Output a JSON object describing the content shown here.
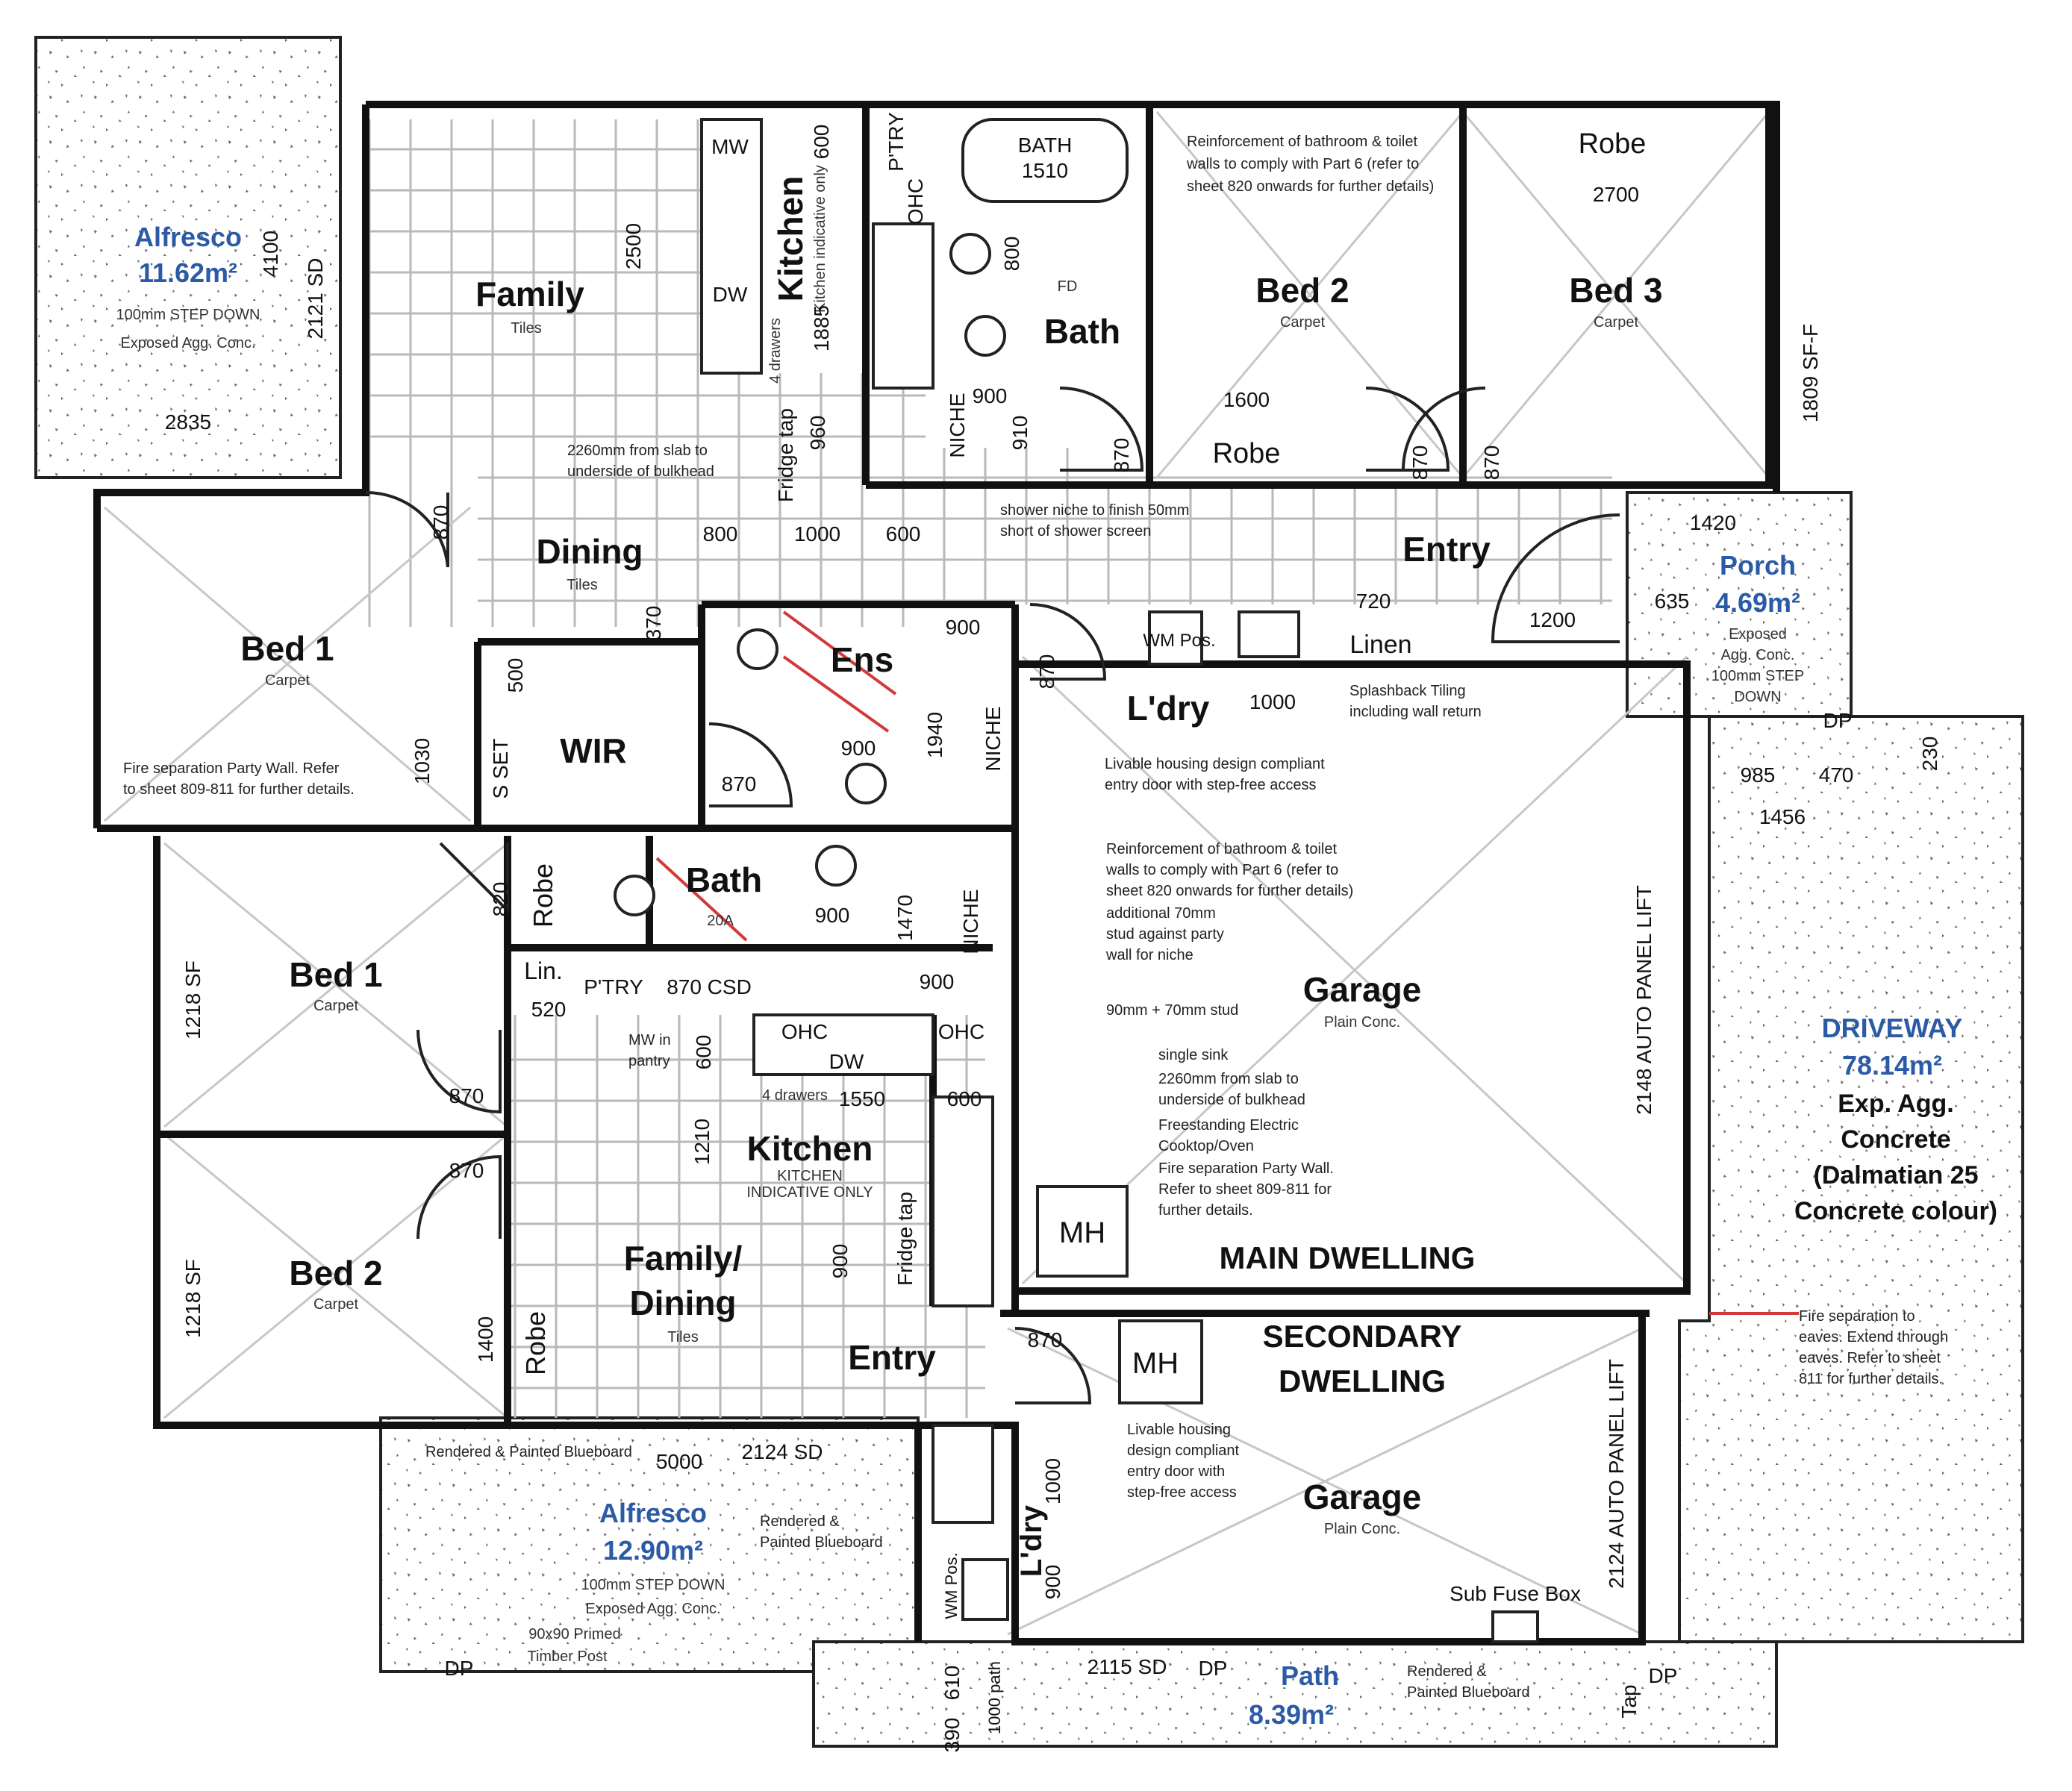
{
  "main_dwelling": {
    "label": "MAIN DWELLING",
    "alfresco": {
      "name": "Alfresco",
      "area": "11.62m²",
      "note1": "100mm STEP DOWN",
      "note2": "Exposed Agg. Conc.",
      "dim_w": "2835",
      "dim_h": "4100",
      "sd": "2121 SD"
    },
    "family": {
      "name": "Family",
      "floor": "Tiles",
      "dim": "2500"
    },
    "kitchen": {
      "name": "Kitchen",
      "sub": "Kitchen indicative only",
      "mw": "MW",
      "dw": "DW",
      "dim_600": "600",
      "pantry": "P'TRY",
      "ohc": "OHC",
      "dim_1885": "1885",
      "fridge": "Fridge tap",
      "dim_960": "960",
      "drawers": "4 drawers"
    },
    "bath": {
      "name": "Bath",
      "bath_label": "BATH",
      "bath_size": "1510",
      "fd": "FD",
      "dim_800": "800",
      "niche": "NICHE",
      "dim_900": "900",
      "dim_910": "910"
    },
    "bed2": {
      "name": "Bed 2",
      "floor": "Carpet",
      "robe": "Robe",
      "robe_dim": "1600",
      "door": "870"
    },
    "bed3": {
      "name": "Bed 3",
      "floor": "Carpet",
      "robe": "Robe",
      "robe_dim": "2700",
      "door": "870",
      "door2": "870"
    },
    "dining": {
      "name": "Dining",
      "floor": "Tiles",
      "d1": "800",
      "d2": "1000",
      "d3": "600",
      "d4": "370"
    },
    "entry": {
      "name": "Entry",
      "door": "1200",
      "linen_dim": "720"
    },
    "linen": "Linen",
    "bed1": {
      "name": "Bed 1",
      "floor": "Carpet",
      "door": "870",
      "dim_1030": "1030"
    },
    "wir": {
      "name": "WIR",
      "dim_500": "500",
      "sset": "S SET"
    },
    "ens": {
      "name": "Ens",
      "dim_900": "900",
      "dim_900b": "900",
      "door": "870",
      "niche": "NICHE",
      "dim_1940": "1940"
    },
    "laundry": {
      "name": "L'dry",
      "wm": "WM Pos.",
      "dim_1000": "1000",
      "door": "870"
    },
    "garage": {
      "name": "Garage",
      "floor": "Plain Conc.",
      "door": "2148 AUTO PANEL LIFT",
      "mh": "MH"
    },
    "porch": {
      "name": "Porch",
      "area": "4.69m²",
      "note1": "Exposed",
      "note2": "Agg. Conc.",
      "note3": "100mm STEP",
      "note4": "DOWN",
      "d1": "1420",
      "d2": "635",
      "sf": "1809 SF-F"
    },
    "notes": {
      "reinforce_top": [
        "Reinforcement of bathroom & toilet",
        "walls to comply with Part 6 (refer to",
        "sheet 820 onwards for further details)"
      ],
      "bulkhead": [
        "2260mm from slab to",
        "underside of bulkhead"
      ],
      "shower_niche": [
        "shower niche to finish 50mm",
        "short of shower screen"
      ],
      "splashback": [
        "Splashback Tiling",
        "including wall return"
      ],
      "livable": [
        "Livable housing design compliant",
        "entry door with step-free access"
      ],
      "fire_party": [
        "Fire separation Party Wall. Refer",
        "to sheet 809-811 for further details."
      ]
    }
  },
  "secondary_dwelling": {
    "label1": "SECONDARY",
    "label2": "DWELLING",
    "bed1": {
      "name": "Bed 1",
      "floor": "Carpet",
      "sf": "1218 SF",
      "door": "870"
    },
    "bed2": {
      "name": "Bed 2",
      "floor": "Carpet",
      "sf": "1218 SF",
      "door": "870",
      "robe": "Robe",
      "robe_dim": "1400"
    },
    "robe": {
      "name": "Robe",
      "dim": "820"
    },
    "bath": {
      "name": "Bath",
      "dim_1470": "1470",
      "dim_900": "900",
      "dim_900b": "900",
      "niche": "NICHE",
      "cap": "20A"
    },
    "lin": "Lin.",
    "pantry": "P'TRY",
    "csd": "870 CSD",
    "dim_520": "520",
    "mw_pantry": [
      "MW in",
      "pantry"
    ],
    "kitchen": {
      "name": "Kitchen",
      "sub1": "KITCHEN",
      "sub2": "INDICATIVE ONLY",
      "ohc": "OHC",
      "dw": "DW",
      "dim_600": "600",
      "dim_1550": "1550",
      "dim_1210": "1210",
      "dim_600b": "600",
      "drawers": "4 drawers",
      "fridge": "Fridge tap",
      "dim_900": "900"
    },
    "family": {
      "name1": "Family/",
      "name2": "Dining",
      "floor": "Tiles"
    },
    "entry": {
      "name": "Entry",
      "door": "870"
    },
    "laundry": {
      "name": "L'dry",
      "wm": "WM Pos.",
      "dim_1000": "1000",
      "dim_900": "900"
    },
    "garage": {
      "name": "Garage",
      "floor": "Plain Conc.",
      "door": "2124 AUTO PANEL LIFT",
      "mh": "MH",
      "fuse": "Sub Fuse Box"
    },
    "alfresco": {
      "name": "Alfresco",
      "area": "12.90m²",
      "note1": "100mm STEP DOWN",
      "note2": "Exposed Agg. Conc.",
      "post1": "90x90 Primed",
      "post2": "Timber Post",
      "dp": "DP",
      "dim_5000": "5000",
      "sd": "2124 SD"
    },
    "path": {
      "name": "Path",
      "area": "8.39m²",
      "sd": "2115 SD",
      "dp": "DP",
      "dp2": "DP",
      "tap": "Tap",
      "d1": "610",
      "d2": "390",
      "d3": "1000 path"
    },
    "notes": {
      "rendered1": "Rendered & Painted Blueboard",
      "rendered2": [
        "Rendered &",
        "Painted Blueboard"
      ],
      "rendered3": [
        "Rendered &",
        "Painted Blueboard"
      ],
      "reinforce": [
        "Reinforcement of bathroom & toilet",
        "walls to comply with Part 6 (refer to",
        "sheet 820 onwards for further details)",
        "additional 70mm",
        "stud against party",
        "wall for niche"
      ],
      "stud": "90mm + 70mm stud",
      "sink": "single sink",
      "bulkhead": [
        "2260mm from slab to",
        "underside of bulkhead"
      ],
      "cooktop": [
        "Freestanding Electric",
        "Cooktop/Oven"
      ],
      "fire_party": [
        "Fire separation Party Wall.",
        "Refer to sheet 809-811 for",
        "further details."
      ],
      "livable": [
        "Livable housing",
        "design compliant",
        "entry door with",
        "step-free access"
      ],
      "fire_eaves": [
        "Fire separation to",
        "eaves. Extend through",
        "eaves. Refer to sheet",
        "811 for further details."
      ]
    }
  },
  "driveway": {
    "name": "DRIVEWAY",
    "area": "78.14m²",
    "l1": "Exp. Agg.",
    "l2": "Concrete",
    "l3": "(Dalmatian 25",
    "l4": "Concrete colour)",
    "d1": "985",
    "d2": "470",
    "d3": "1456",
    "d4": "230",
    "dp": "DP"
  },
  "colors": {
    "wall": "#111111",
    "blue_label": "#2b5aa6",
    "fire_line": "#d23a3a",
    "grid": "#b9b9b9"
  }
}
